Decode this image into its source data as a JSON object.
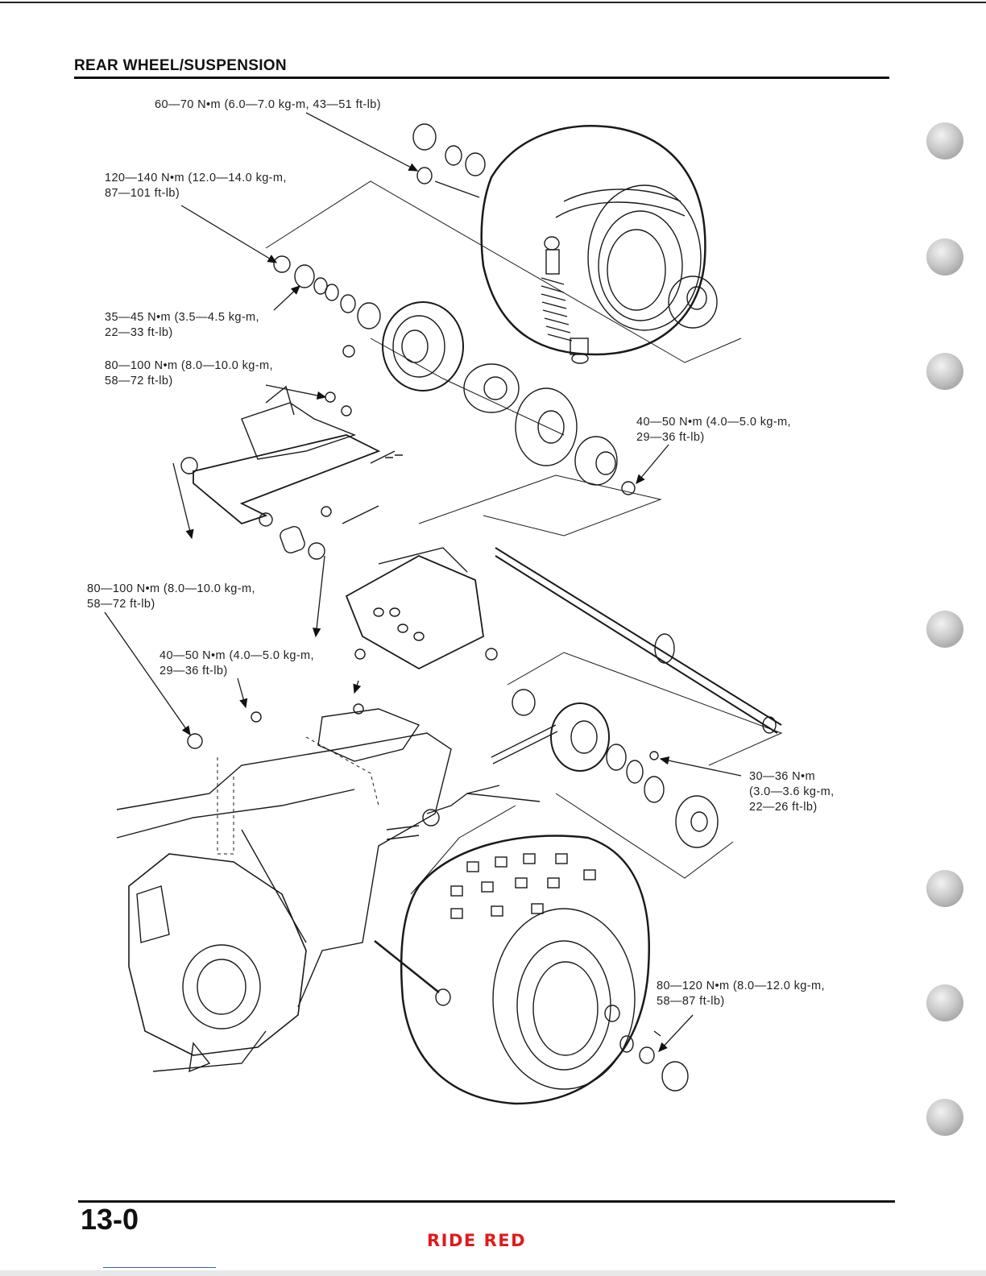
{
  "header": {
    "title": "REAR WHEEL/SUSPENSION"
  },
  "torque_specs": [
    {
      "id": "t1",
      "lines": [
        "60—70 N•m (6.0—7.0 kg-m, 43—51 ft-lb)"
      ]
    },
    {
      "id": "t2",
      "lines": [
        "120—140 N•m (12.0—14.0 kg-m,",
        "87—101 ft-lb)"
      ]
    },
    {
      "id": "t3",
      "lines": [
        "35—45 N•m (3.5—4.5 kg-m,",
        "22—33 ft-lb)"
      ]
    },
    {
      "id": "t4",
      "lines": [
        "80—100 N•m (8.0—10.0 kg-m,",
        "58—72 ft-lb)"
      ]
    },
    {
      "id": "t5",
      "lines": [
        "40—50 N•m (4.0—5.0 kg-m,",
        "29—36 ft-lb)"
      ]
    },
    {
      "id": "t6",
      "lines": [
        "80—100 N•m (8.0—10.0 kg-m,",
        "58—72 ft-lb)"
      ]
    },
    {
      "id": "t7",
      "lines": [
        "40—50 N•m (4.0—5.0 kg-m,",
        "29—36 ft-lb)"
      ]
    },
    {
      "id": "t8",
      "lines": [
        "30—36 N•m",
        "(3.0—3.6 kg-m,",
        "22—26 ft-lb)"
      ]
    },
    {
      "id": "t9",
      "lines": [
        "80—120 N•m (8.0—12.0 kg-m,",
        "58—87 ft-lb)"
      ]
    }
  ],
  "footer": {
    "page_number": "13-0",
    "watermark": "RIDE RED"
  },
  "colors": {
    "ink": "#111111",
    "watermark": "#e01b1b",
    "tab": "#b5b5b5"
  }
}
